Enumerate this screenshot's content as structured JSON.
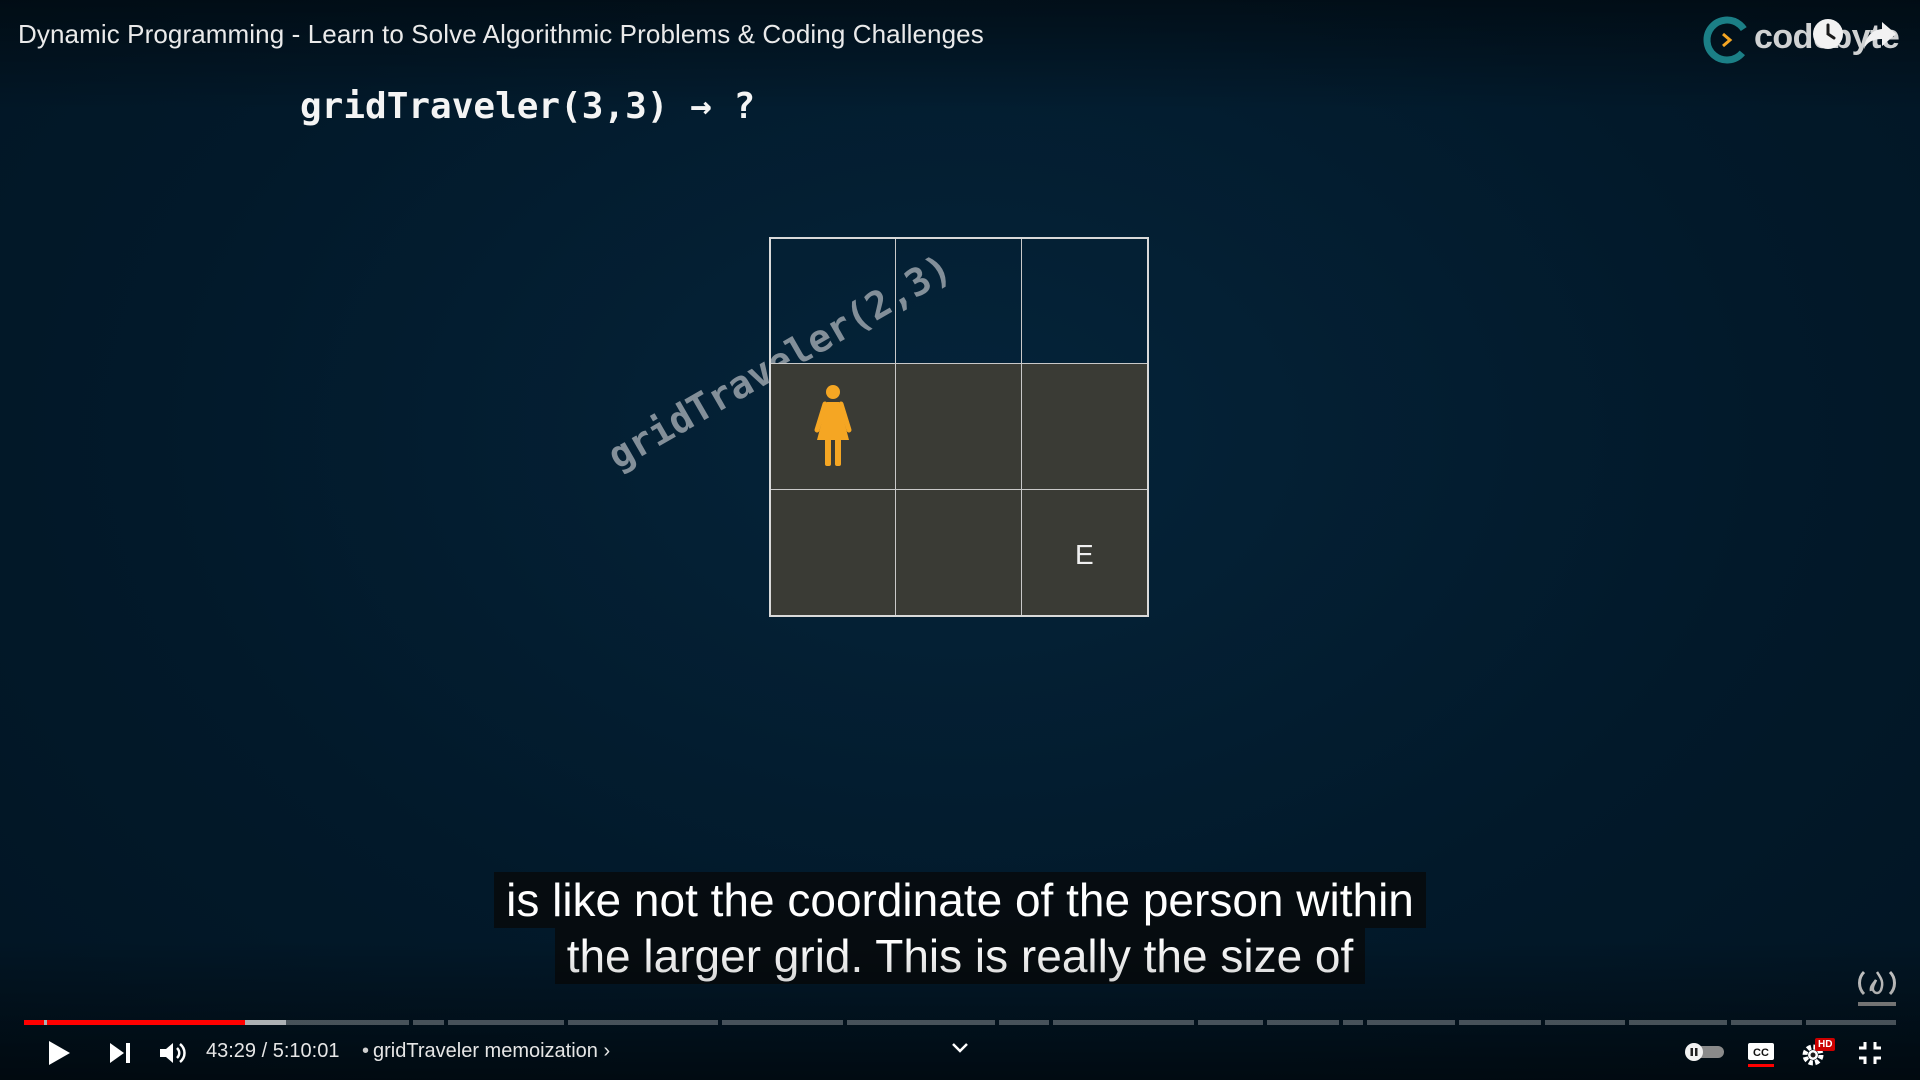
{
  "video": {
    "title": "Dynamic Programming - Learn to Solve Algorithmic Problems & Coding Challenges",
    "brand": "codebyte"
  },
  "slide": {
    "heading": "gridTraveler(3,3) → ?",
    "rotated_label": "gridTraveler(2,3)",
    "grid": {
      "rows": 3,
      "cols": 3,
      "cells": [
        {
          "shaded": false,
          "label": ""
        },
        {
          "shaded": false,
          "label": ""
        },
        {
          "shaded": false,
          "label": ""
        },
        {
          "shaded": true,
          "label": "",
          "icon": "person-icon"
        },
        {
          "shaded": true,
          "label": ""
        },
        {
          "shaded": true,
          "label": ""
        },
        {
          "shaded": true,
          "label": ""
        },
        {
          "shaded": true,
          "label": ""
        },
        {
          "shaded": true,
          "label": "E"
        }
      ]
    }
  },
  "captions": {
    "line1": "is like not the coordinate of the person within",
    "line2": "the larger grid. This is really the size of"
  },
  "player": {
    "current_time": "43:29",
    "duration": "5:10:01",
    "time_text": "43:29 / 5:10:01",
    "chapter_separator": "•",
    "chapter": "gridTraveler memoization",
    "chapter_chevron": "›",
    "progress_fraction": 0.14,
    "buffered_fraction": 0.118,
    "colors": {
      "progress": "#ff0000",
      "hd_badge": "#cc0000",
      "person": "#f5a623"
    },
    "icons": [
      "play-icon",
      "next-icon",
      "volume-icon",
      "chevron-down-icon",
      "autoplay-toggle-icon",
      "captions-icon",
      "settings-icon",
      "exit-fullscreen-icon",
      "watch-later-icon",
      "share-icon",
      "subscribe-badge-icon"
    ],
    "hd_badge": "HD"
  }
}
